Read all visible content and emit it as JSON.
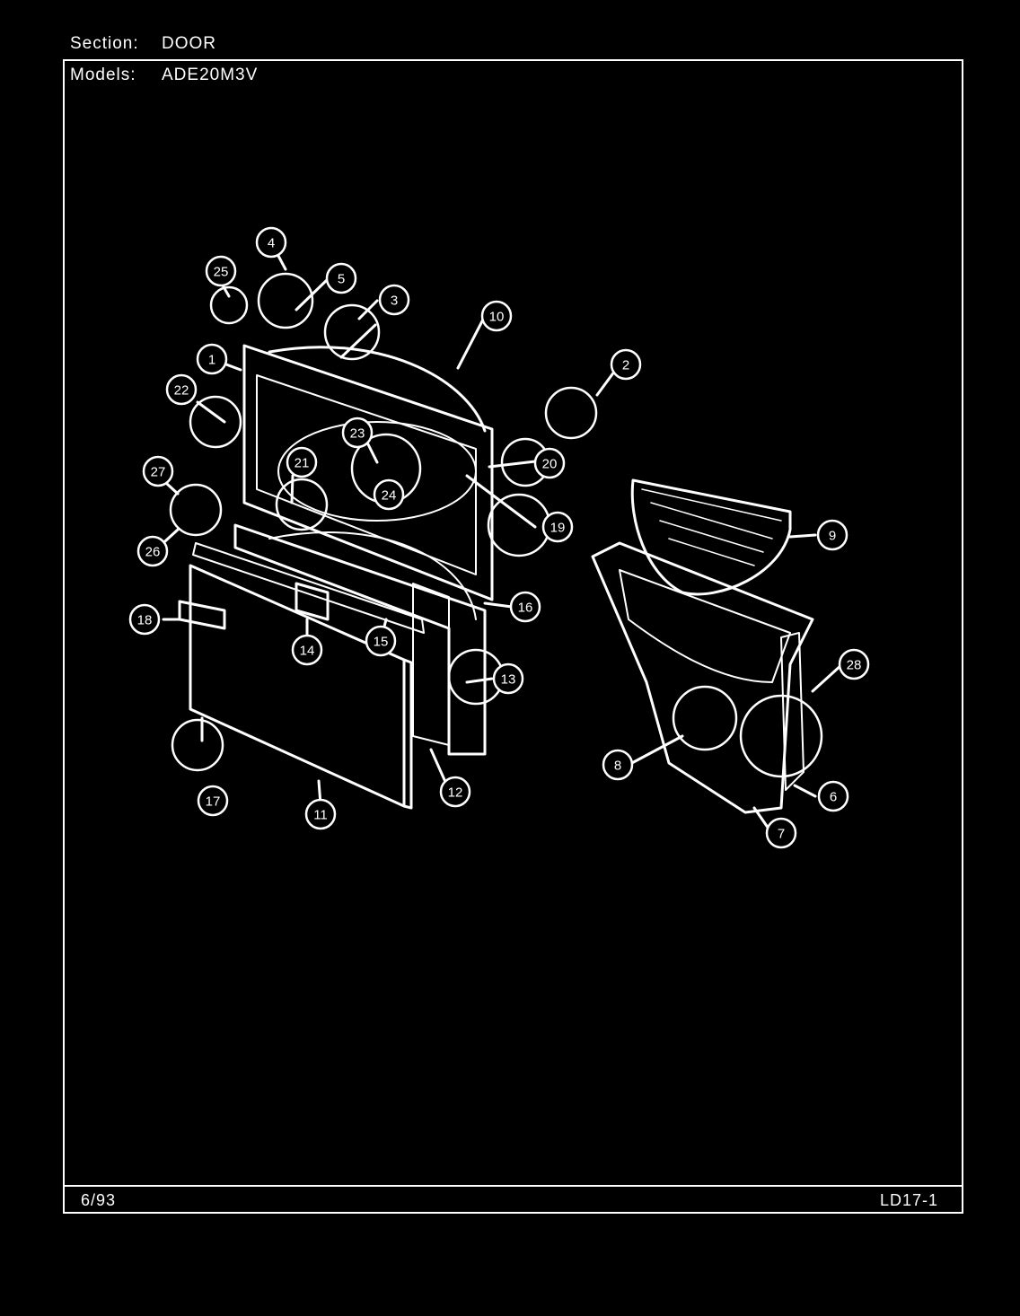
{
  "header": {
    "section_label": "Section:",
    "section_value": "DOOR",
    "models_label": "Models:",
    "models_value": "ADE20M3V"
  },
  "footer": {
    "date": "6/93",
    "page_code": "LD17-1"
  },
  "callouts": [
    "1",
    "2",
    "3",
    "4",
    "5",
    "6",
    "7",
    "8",
    "9",
    "10",
    "11",
    "12",
    "13",
    "14",
    "15",
    "16",
    "17",
    "18",
    "19",
    "20",
    "21",
    "22",
    "23",
    "24",
    "25",
    "26",
    "27",
    "28"
  ],
  "colors": {
    "background": "#000000",
    "line": "#ffffff"
  }
}
